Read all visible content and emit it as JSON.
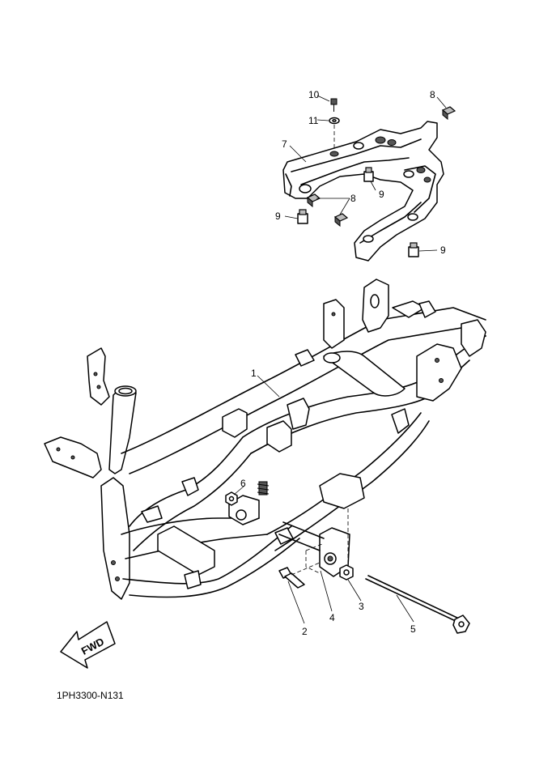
{
  "diagram": {
    "code": "1PH3300-N131",
    "fwd_label": "FWD",
    "callouts": [
      {
        "id": "c1",
        "text": "1"
      },
      {
        "id": "c2",
        "text": "2"
      },
      {
        "id": "c3",
        "text": "3"
      },
      {
        "id": "c4",
        "text": "4"
      },
      {
        "id": "c5",
        "text": "5"
      },
      {
        "id": "c6",
        "text": "6"
      },
      {
        "id": "c7",
        "text": "7"
      },
      {
        "id": "c8a",
        "text": "8"
      },
      {
        "id": "c8b",
        "text": "8"
      },
      {
        "id": "c9a",
        "text": "9"
      },
      {
        "id": "c9b",
        "text": "9"
      },
      {
        "id": "c9c",
        "text": "9"
      },
      {
        "id": "c10",
        "text": "10"
      },
      {
        "id": "c11",
        "text": "11"
      }
    ]
  }
}
